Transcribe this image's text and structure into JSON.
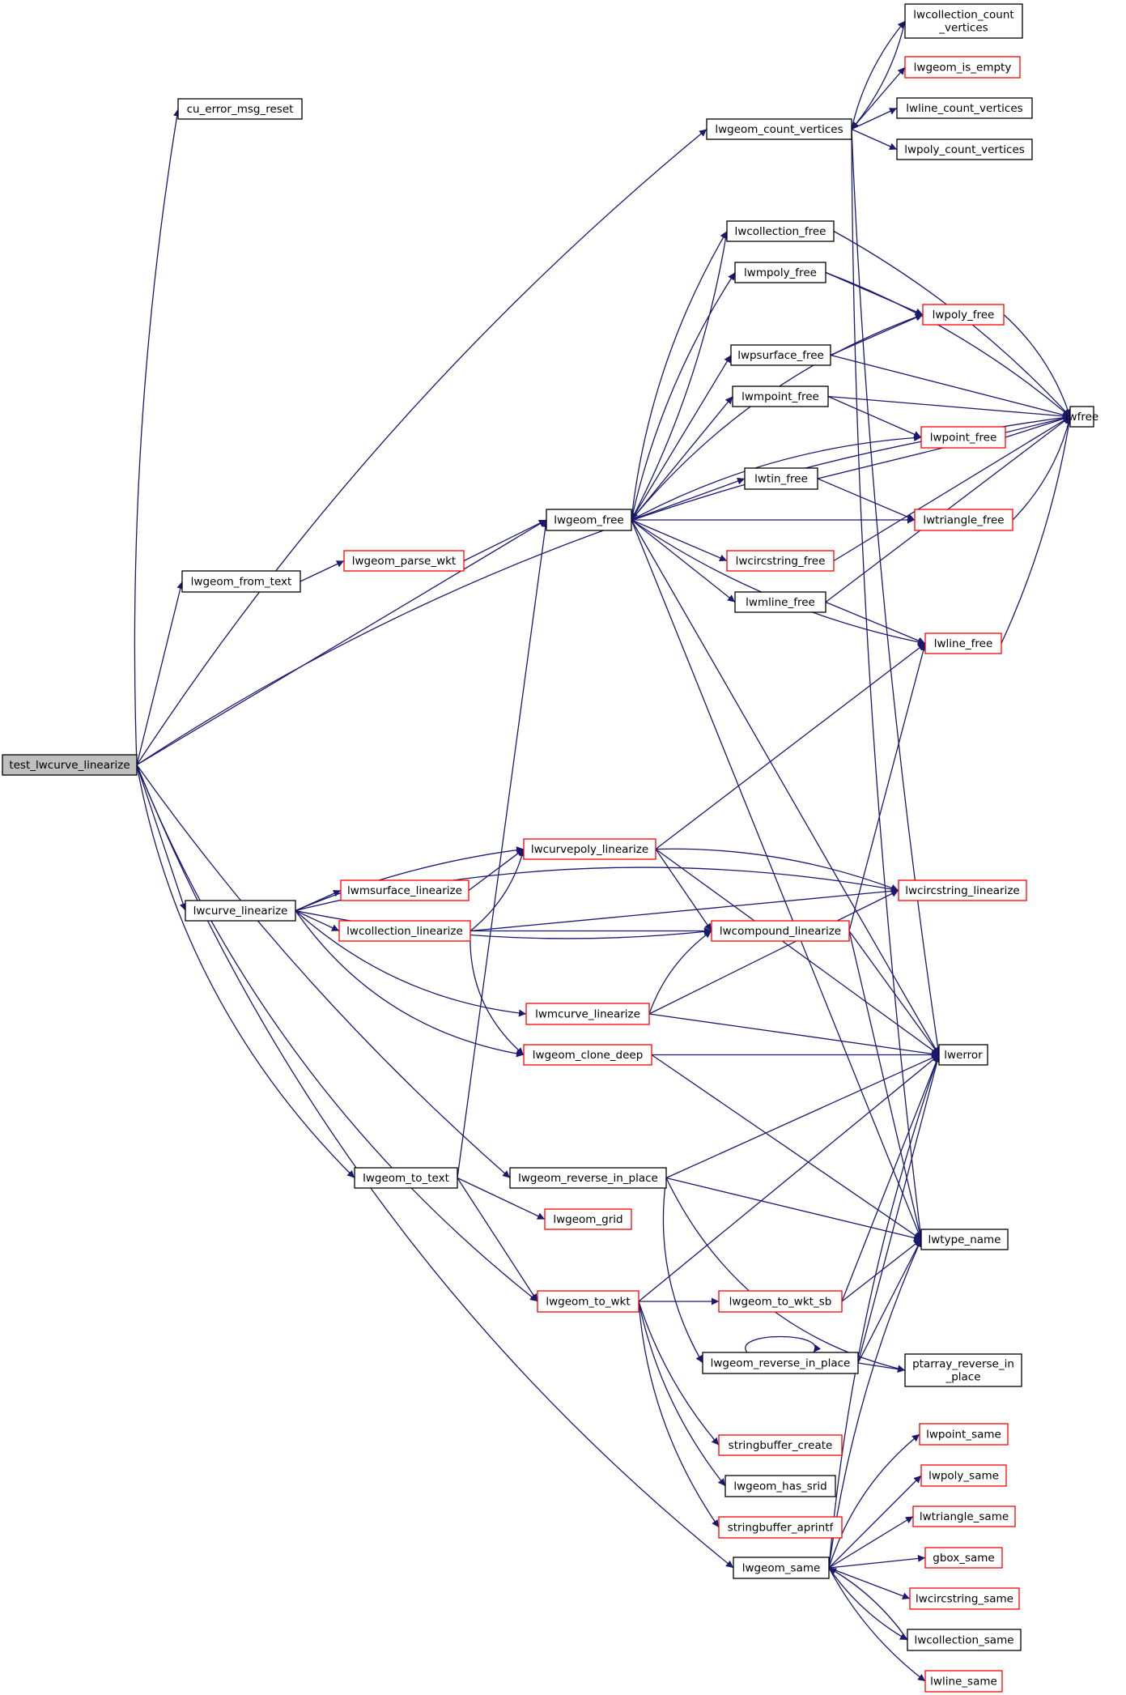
{
  "graph": {
    "root": "test_lwcurve_linearize",
    "nodes": [
      {
        "id": "test_lwcurve_linearize",
        "label": "test_lwcurve_linearize",
        "kind": "root"
      },
      {
        "id": "cu_error_msg_reset",
        "label": "cu_error_msg_reset",
        "kind": "normal"
      },
      {
        "id": "lwgeom_count_vertices",
        "label": "lwgeom_count_vertices",
        "kind": "normal"
      },
      {
        "id": "lwcollection_count_vertices",
        "label": "lwcollection_count\n_vertices",
        "kind": "normal"
      },
      {
        "id": "lwgeom_is_empty",
        "label": "lwgeom_is_empty",
        "kind": "truncated"
      },
      {
        "id": "lwline_count_vertices",
        "label": "lwline_count_vertices",
        "kind": "normal"
      },
      {
        "id": "lwpoly_count_vertices",
        "label": "lwpoly_count_vertices",
        "kind": "normal"
      },
      {
        "id": "lwcollection_free",
        "label": "lwcollection_free",
        "kind": "normal"
      },
      {
        "id": "lwmpoly_free",
        "label": "lwmpoly_free",
        "kind": "normal"
      },
      {
        "id": "lwpoly_free",
        "label": "lwpoly_free",
        "kind": "truncated"
      },
      {
        "id": "lwpsurface_free",
        "label": "lwpsurface_free",
        "kind": "normal"
      },
      {
        "id": "lwfree",
        "label": "lwfree",
        "kind": "normal"
      },
      {
        "id": "lwmpoint_free",
        "label": "lwmpoint_free",
        "kind": "normal"
      },
      {
        "id": "lwpoint_free",
        "label": "lwpoint_free",
        "kind": "truncated"
      },
      {
        "id": "lwtin_free",
        "label": "lwtin_free",
        "kind": "normal"
      },
      {
        "id": "lwgeom_free",
        "label": "lwgeom_free",
        "kind": "normal"
      },
      {
        "id": "lwtriangle_free",
        "label": "lwtriangle_free",
        "kind": "truncated"
      },
      {
        "id": "lwcircstring_free",
        "label": "lwcircstring_free",
        "kind": "truncated"
      },
      {
        "id": "lwmline_free",
        "label": "lwmline_free",
        "kind": "normal"
      },
      {
        "id": "lwline_free",
        "label": "lwline_free",
        "kind": "truncated"
      },
      {
        "id": "lwgeom_from_text",
        "label": "lwgeom_from_text",
        "kind": "normal"
      },
      {
        "id": "lwgeom_parse_wkt",
        "label": "lwgeom_parse_wkt",
        "kind": "truncated"
      },
      {
        "id": "lwcurvepoly_linearize",
        "label": "lwcurvepoly_linearize",
        "kind": "truncated"
      },
      {
        "id": "lwmsurface_linearize",
        "label": "lwmsurface_linearize",
        "kind": "truncated"
      },
      {
        "id": "lwcircstring_linearize",
        "label": "lwcircstring_linearize",
        "kind": "truncated"
      },
      {
        "id": "lwcurve_linearize",
        "label": "lwcurve_linearize",
        "kind": "normal"
      },
      {
        "id": "lwcollection_linearize",
        "label": "lwcollection_linearize",
        "kind": "truncated"
      },
      {
        "id": "lwcompound_linearize",
        "label": "lwcompound_linearize",
        "kind": "truncated"
      },
      {
        "id": "lwmcurve_linearize",
        "label": "lwmcurve_linearize",
        "kind": "truncated"
      },
      {
        "id": "lwgeom_clone_deep",
        "label": "lwgeom_clone_deep",
        "kind": "truncated"
      },
      {
        "id": "lwerror",
        "label": "lwerror",
        "kind": "normal"
      },
      {
        "id": "lwgeom_to_text",
        "label": "lwgeom_to_text",
        "kind": "normal"
      },
      {
        "id": "lwgeom_reverse_in_place_1",
        "label": "lwgeom_reverse_in_place",
        "kind": "normal"
      },
      {
        "id": "lwgeom_grid",
        "label": "lwgeom_grid",
        "kind": "truncated"
      },
      {
        "id": "lwtype_name",
        "label": "lwtype_name",
        "kind": "normal"
      },
      {
        "id": "lwgeom_to_wkt",
        "label": "lwgeom_to_wkt",
        "kind": "truncated"
      },
      {
        "id": "lwgeom_to_wkt_sb",
        "label": "lwgeom_to_wkt_sb",
        "kind": "truncated"
      },
      {
        "id": "lwgeom_reverse_in_place_2",
        "label": "lwgeom_reverse_in_place",
        "kind": "normal"
      },
      {
        "id": "ptarray_reverse_in_place",
        "label": "ptarray_reverse_in\n_place",
        "kind": "normal"
      },
      {
        "id": "stringbuffer_create",
        "label": "stringbuffer_create",
        "kind": "truncated"
      },
      {
        "id": "lwgeom_has_srid",
        "label": "lwgeom_has_srid",
        "kind": "normal"
      },
      {
        "id": "stringbuffer_aprintf",
        "label": "stringbuffer_aprintf",
        "kind": "truncated"
      },
      {
        "id": "lwpoint_same",
        "label": "lwpoint_same",
        "kind": "truncated"
      },
      {
        "id": "lwpoly_same",
        "label": "lwpoly_same",
        "kind": "truncated"
      },
      {
        "id": "lwtriangle_same",
        "label": "lwtriangle_same",
        "kind": "truncated"
      },
      {
        "id": "gbox_same",
        "label": "gbox_same",
        "kind": "truncated"
      },
      {
        "id": "lwgeom_same",
        "label": "lwgeom_same",
        "kind": "normal"
      },
      {
        "id": "lwcircstring_same",
        "label": "lwcircstring_same",
        "kind": "truncated"
      },
      {
        "id": "lwcollection_same",
        "label": "lwcollection_same",
        "kind": "normal"
      },
      {
        "id": "lwline_same",
        "label": "lwline_same",
        "kind": "truncated"
      }
    ],
    "edges": [
      [
        "test_lwcurve_linearize",
        "cu_error_msg_reset"
      ],
      [
        "test_lwcurve_linearize",
        "lwgeom_count_vertices"
      ],
      [
        "test_lwcurve_linearize",
        "lwfree"
      ],
      [
        "test_lwcurve_linearize",
        "lwgeom_from_text"
      ],
      [
        "test_lwcurve_linearize",
        "lwgeom_free"
      ],
      [
        "test_lwcurve_linearize",
        "lwcurve_linearize"
      ],
      [
        "test_lwcurve_linearize",
        "lwgeom_reverse_in_place_1"
      ],
      [
        "test_lwcurve_linearize",
        "lwgeom_to_text"
      ],
      [
        "test_lwcurve_linearize",
        "lwgeom_to_wkt"
      ],
      [
        "test_lwcurve_linearize",
        "lwgeom_same"
      ],
      [
        "lwgeom_count_vertices",
        "lwcollection_count_vertices"
      ],
      [
        "lwgeom_count_vertices",
        "lwgeom_is_empty"
      ],
      [
        "lwgeom_count_vertices",
        "lwline_count_vertices"
      ],
      [
        "lwgeom_count_vertices",
        "lwpoly_count_vertices"
      ],
      [
        "lwgeom_count_vertices",
        "lwerror"
      ],
      [
        "lwgeom_count_vertices",
        "lwtype_name"
      ],
      [
        "lwcollection_count_vertices",
        "lwgeom_count_vertices"
      ],
      [
        "lwgeom_from_text",
        "lwgeom_parse_wkt"
      ],
      [
        "lwgeom_parse_wkt",
        "lwgeom_free"
      ],
      [
        "lwgeom_free",
        "lwcollection_free"
      ],
      [
        "lwgeom_free",
        "lwmpoly_free"
      ],
      [
        "lwgeom_free",
        "lwpoly_free"
      ],
      [
        "lwgeom_free",
        "lwpsurface_free"
      ],
      [
        "lwgeom_free",
        "lwmpoint_free"
      ],
      [
        "lwgeom_free",
        "lwpoint_free"
      ],
      [
        "lwgeom_free",
        "lwtin_free"
      ],
      [
        "lwgeom_free",
        "lwtriangle_free"
      ],
      [
        "lwgeom_free",
        "lwcircstring_free"
      ],
      [
        "lwgeom_free",
        "lwmline_free"
      ],
      [
        "lwgeom_free",
        "lwline_free"
      ],
      [
        "lwgeom_free",
        "lwerror"
      ],
      [
        "lwgeom_free",
        "lwtype_name"
      ],
      [
        "lwcollection_free",
        "lwfree"
      ],
      [
        "lwcollection_free",
        "lwgeom_free"
      ],
      [
        "lwmpoly_free",
        "lwfree"
      ],
      [
        "lwmpoly_free",
        "lwpoly_free"
      ],
      [
        "lwpoly_free",
        "lwfree"
      ],
      [
        "lwpsurface_free",
        "lwpoly_free"
      ],
      [
        "lwpsurface_free",
        "lwfree"
      ],
      [
        "lwmpoint_free",
        "lwfree"
      ],
      [
        "lwmpoint_free",
        "lwpoint_free"
      ],
      [
        "lwpoint_free",
        "lwfree"
      ],
      [
        "lwtin_free",
        "lwfree"
      ],
      [
        "lwtin_free",
        "lwtriangle_free"
      ],
      [
        "lwtriangle_free",
        "lwfree"
      ],
      [
        "lwcircstring_free",
        "lwfree"
      ],
      [
        "lwmline_free",
        "lwfree"
      ],
      [
        "lwmline_free",
        "lwline_free"
      ],
      [
        "lwline_free",
        "lwfree"
      ],
      [
        "lwcurve_linearize",
        "lwcircstring_linearize"
      ],
      [
        "lwcurve_linearize",
        "lwcurvepoly_linearize"
      ],
      [
        "lwcurve_linearize",
        "lwmsurface_linearize"
      ],
      [
        "lwcurve_linearize",
        "lwcollection_linearize"
      ],
      [
        "lwcurve_linearize",
        "lwcompound_linearize"
      ],
      [
        "lwcurve_linearize",
        "lwmcurve_linearize"
      ],
      [
        "lwcurve_linearize",
        "lwgeom_clone_deep"
      ],
      [
        "lwmsurface_linearize",
        "lwcurvepoly_linearize"
      ],
      [
        "lwcollection_linearize",
        "lwcurvepoly_linearize"
      ],
      [
        "lwcollection_linearize",
        "lwcircstring_linearize"
      ],
      [
        "lwcollection_linearize",
        "lwcompound_linearize"
      ],
      [
        "lwcollection_linearize",
        "lwgeom_clone_deep"
      ],
      [
        "lwcurvepoly_linearize",
        "lwline_free"
      ],
      [
        "lwcurvepoly_linearize",
        "lwcircstring_linearize"
      ],
      [
        "lwcurvepoly_linearize",
        "lwcompound_linearize"
      ],
      [
        "lwcurvepoly_linearize",
        "lwerror"
      ],
      [
        "lwcompound_linearize",
        "lwline_free"
      ],
      [
        "lwcompound_linearize",
        "lwerror"
      ],
      [
        "lwcompound_linearize",
        "lwtype_name"
      ],
      [
        "lwmcurve_linearize",
        "lwcompound_linearize"
      ],
      [
        "lwmcurve_linearize",
        "lwcircstring_linearize"
      ],
      [
        "lwmcurve_linearize",
        "lwerror"
      ],
      [
        "lwgeom_clone_deep",
        "lwerror"
      ],
      [
        "lwgeom_clone_deep",
        "lwtype_name"
      ],
      [
        "lwgeom_to_text",
        "lwgeom_free"
      ],
      [
        "lwgeom_to_text",
        "lwgeom_grid"
      ],
      [
        "lwgeom_to_text",
        "lwgeom_to_wkt"
      ],
      [
        "lwgeom_reverse_in_place_1",
        "lwerror"
      ],
      [
        "lwgeom_reverse_in_place_1",
        "lwtype_name"
      ],
      [
        "lwgeom_reverse_in_place_1",
        "lwgeom_reverse_in_place_2"
      ],
      [
        "lwgeom_reverse_in_place_1",
        "ptarray_reverse_in_place"
      ],
      [
        "lwgeom_to_wkt",
        "lwerror"
      ],
      [
        "lwgeom_to_wkt",
        "lwgeom_to_wkt_sb"
      ],
      [
        "lwgeom_to_wkt",
        "stringbuffer_create"
      ],
      [
        "lwgeom_to_wkt",
        "lwgeom_has_srid"
      ],
      [
        "lwgeom_to_wkt",
        "stringbuffer_aprintf"
      ],
      [
        "lwgeom_to_wkt_sb",
        "lwerror"
      ],
      [
        "lwgeom_to_wkt_sb",
        "lwtype_name"
      ],
      [
        "lwgeom_reverse_in_place_2",
        "lwgeom_reverse_in_place_2"
      ],
      [
        "lwgeom_reverse_in_place_2",
        "lwerror"
      ],
      [
        "lwgeom_reverse_in_place_2",
        "lwtype_name"
      ],
      [
        "lwgeom_reverse_in_place_2",
        "ptarray_reverse_in_place"
      ],
      [
        "lwgeom_same",
        "lwpoint_same"
      ],
      [
        "lwgeom_same",
        "lwpoly_same"
      ],
      [
        "lwgeom_same",
        "lwtriangle_same"
      ],
      [
        "lwgeom_same",
        "gbox_same"
      ],
      [
        "lwgeom_same",
        "lwcircstring_same"
      ],
      [
        "lwgeom_same",
        "lwcollection_same"
      ],
      [
        "lwgeom_same",
        "lwline_same"
      ],
      [
        "lwgeom_same",
        "lwtype_name"
      ],
      [
        "lwgeom_same",
        "lwerror"
      ],
      [
        "lwcollection_same",
        "lwgeom_same"
      ]
    ]
  },
  "colors": {
    "edge": "#191970",
    "normal_border": "#000000",
    "truncated_border": "#ff0000",
    "root_fill": "#bfbfbf",
    "node_fill": "#ffffff"
  }
}
